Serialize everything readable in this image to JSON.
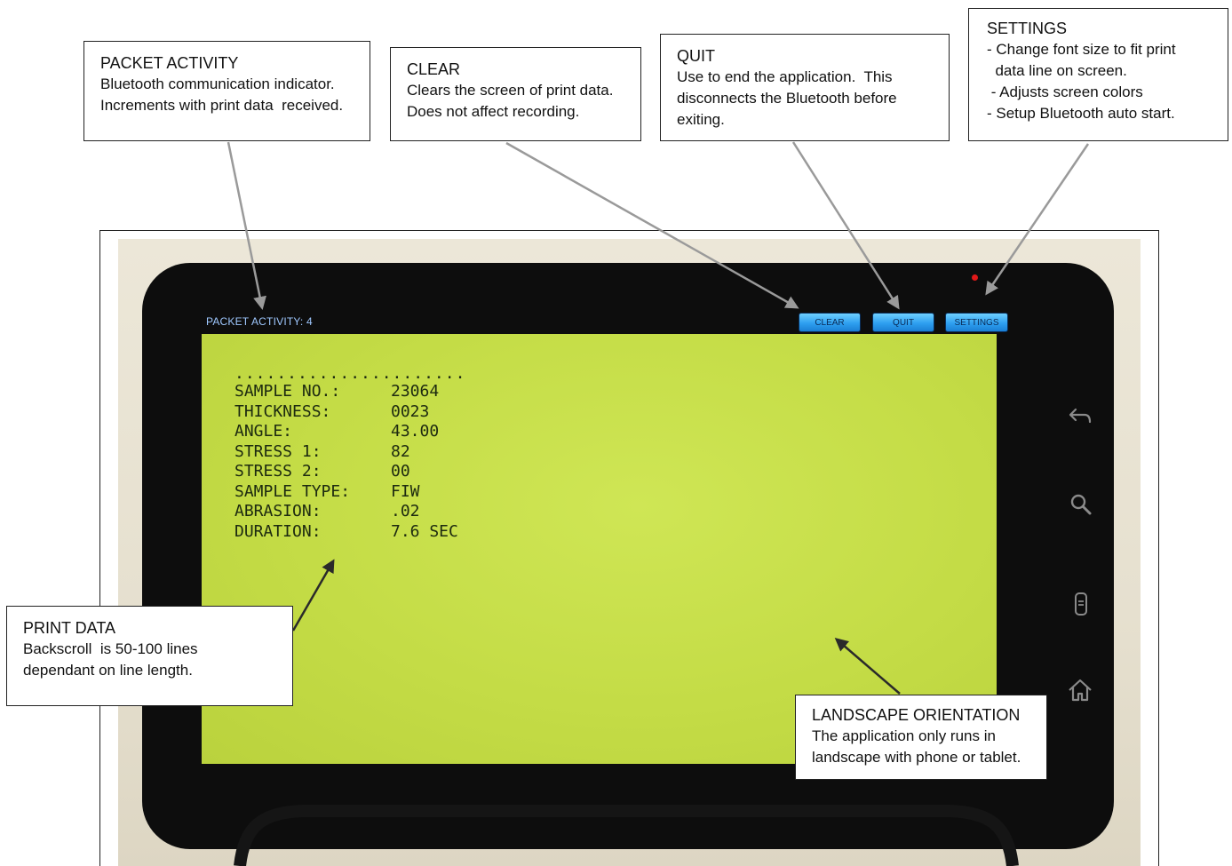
{
  "callouts": {
    "packet_activity": {
      "title": "PACKET ACTIVITY",
      "lines": [
        "Bluetooth communication indicator.",
        "Increments with print data  received."
      ]
    },
    "clear": {
      "title": "CLEAR",
      "lines": [
        "Clears the screen of print data.",
        "Does not affect recording."
      ]
    },
    "quit": {
      "title": "QUIT",
      "lines": [
        "Use to end the application.  This",
        "disconnects the Bluetooth before",
        "exiting."
      ]
    },
    "settings": {
      "title": "SETTINGS",
      "lines": [
        "- Change font size to fit print",
        "  data line on screen.",
        " - Adjusts screen colors",
        "- Setup Bluetooth auto start."
      ]
    },
    "print_data": {
      "title": "PRINT DATA",
      "lines": [
        "Backscroll  is 50-100 lines",
        "dependant on line length."
      ]
    },
    "landscape": {
      "title": "LANDSCAPE ORIENTATION",
      "lines": [
        "The application only runs in",
        "landscape with phone or tablet."
      ]
    }
  },
  "app": {
    "packet_activity_label": "PACKET ACTIVITY:  4",
    "buttons": {
      "clear": "CLEAR",
      "quit": "QUIT",
      "settings": "SETTINGS"
    },
    "dots": "......................",
    "print_rows": [
      {
        "label": "SAMPLE NO.:",
        "value": "23064"
      },
      {
        "label": "THICKNESS:",
        "value": "0023"
      },
      {
        "label": "ANGLE:",
        "value": "43.00"
      },
      {
        "label": "STRESS 1:",
        "value": "82"
      },
      {
        "label": "STRESS 2:",
        "value": "00"
      },
      {
        "label": "SAMPLE TYPE:",
        "value": "FIW"
      },
      {
        "label": "ABRASION:",
        "value": ".02"
      },
      {
        "label": "DURATION:",
        "value": "7.6 SEC"
      }
    ]
  },
  "colors": {
    "screen": "#c4dc46",
    "button": "#2e9ff0",
    "bezel": "#0d0d0d",
    "indicator_led": "#e01818"
  },
  "icons": [
    "back-icon",
    "search-icon",
    "menu-icon",
    "home-icon"
  ]
}
